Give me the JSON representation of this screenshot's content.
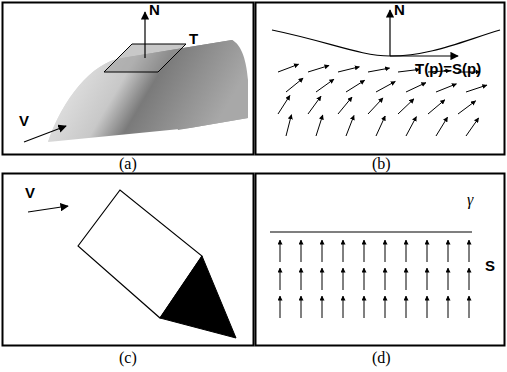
{
  "diagram": {
    "labels": [
      "N",
      "T",
      "V",
      "(a)",
      "N",
      "T(p)=S(p)",
      "(b)",
      "V",
      "(c)",
      "γ",
      "S",
      "(d)"
    ]
  }
}
